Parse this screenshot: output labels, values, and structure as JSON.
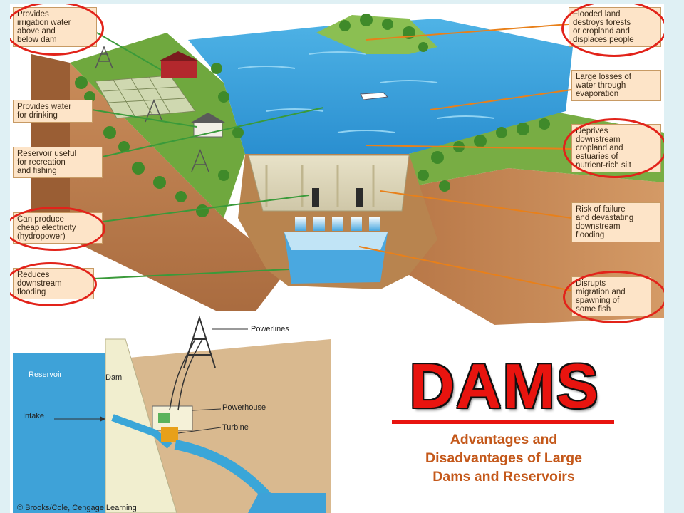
{
  "callouts": {
    "irrigation": "Provides\nirrigation water\nabove and\nbelow dam",
    "drinking": "Provides water\nfor drinking",
    "recreation": "Reservoir useful\nfor recreation\nand fishing",
    "electricity": "Can produce\ncheap electricity\n(hydropower)",
    "flooding": "Reduces\ndownstream\nflooding",
    "flooded_land": "Flooded land\ndestroys forests\nor cropland and\ndisplaces people",
    "evaporation": "Large losses of\nwater through\nevaporation",
    "silt": "Deprives\ndownstream\ncropland and\nestuaries of\nnutrient-rich silt",
    "failure": "Risk of failure\nand devastating\ndownstream\nflooding",
    "fish": "Disrupts\nmigration and\nspawning of\nsome fish"
  },
  "inset": {
    "reservoir": "Reservoir",
    "dam": "Dam",
    "intake": "Intake",
    "powerlines": "Powerlines",
    "powerhouse": "Powerhouse",
    "turbine": "Turbine",
    "credit": "© Brooks/Cole, Cengage Learning"
  },
  "title": "DAMS",
  "subtitle": "Advantages and\nDisadvantages of Large\nDams and Reservoirs",
  "colors": {
    "highlight_ring": "#e2231a",
    "title_red": "#e8140f",
    "subtitle_orange": "#c4581a",
    "advantage_leader": "#3a9a3a",
    "disadvantage_leader": "#e8801a"
  }
}
